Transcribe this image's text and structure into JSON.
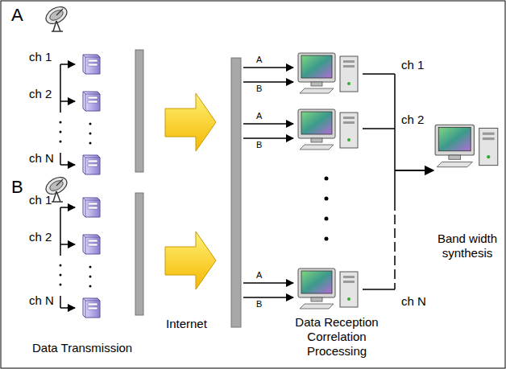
{
  "diagram": {
    "nodes": [
      {
        "text": [
          "Band width synthesis"
        ]
      }
    ],
    "labels": [
      "A",
      "ch 1",
      "ch 2",
      "ch N",
      "B",
      "ch 1",
      "ch 2",
      "ch N",
      "Internet",
      "Data Transmission",
      "A",
      "B",
      "A",
      "B",
      "A",
      "B",
      "ch 1",
      "ch 2",
      "ch N",
      "Data Reception Correlation Processing"
    ]
  }
}
